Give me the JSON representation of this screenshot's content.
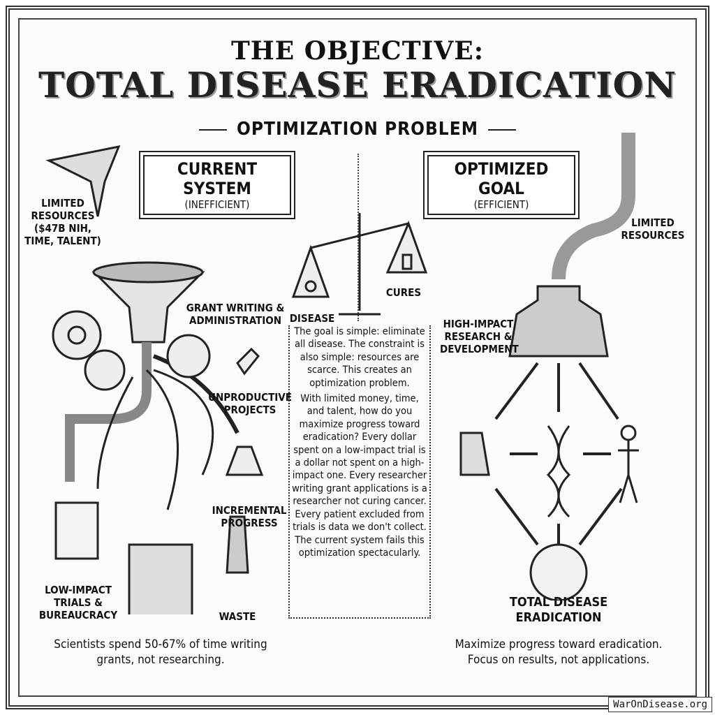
{
  "title": {
    "line1": "THE OBJECTIVE:",
    "line2": "TOTAL DISEASE ERADICATION",
    "subtitle": "OPTIMIZATION PROBLEM"
  },
  "left": {
    "banner_title": "CURRENT SYSTEM",
    "banner_sub": "(INEFFICIENT)",
    "labels": {
      "resources": "LIMITED RESOURCES ($47B NIH, TIME, TALENT)",
      "grant": "GRANT WRITING & ADMINISTRATION",
      "unproductive": "UNPRODUCTIVE PROJECTS",
      "incremental": "INCREMENTAL PROGRESS",
      "lowimpact": "LOW-IMPACT TRIALS & BUREAUCRACY",
      "waste": "WASTE"
    },
    "footer": "Scientists spend 50-67% of time writing grants, not researching."
  },
  "center": {
    "disease": "DISEASE",
    "cures": "CURES",
    "paragraphs": [
      "The goal is simple: eliminate all disease. The constraint is also simple: resources are scarce. This creates an optimization problem.",
      "With limited money, time, and talent, how do you maximize progress toward eradication? Every dollar spent on a low-impact trial is a dollar not spent on a high-impact one. Every researcher writing grant applications is a researcher not curing cancer. Every patient excluded from trials is data we don't collect. The current system fails this optimization spectacularly."
    ]
  },
  "right": {
    "banner_title": "OPTIMIZED GOAL",
    "banner_sub": "(EFFICIENT)",
    "labels": {
      "resources": "LIMITED RESOURCES",
      "rd": "HIGH-IMPACT RESEARCH & DEVELOPMENT",
      "outcome": "TOTAL DISEASE ERADICATION"
    },
    "footer": "Maximize progress toward eradication. Focus on results, not applications."
  },
  "brand": "WarOnDisease.org"
}
